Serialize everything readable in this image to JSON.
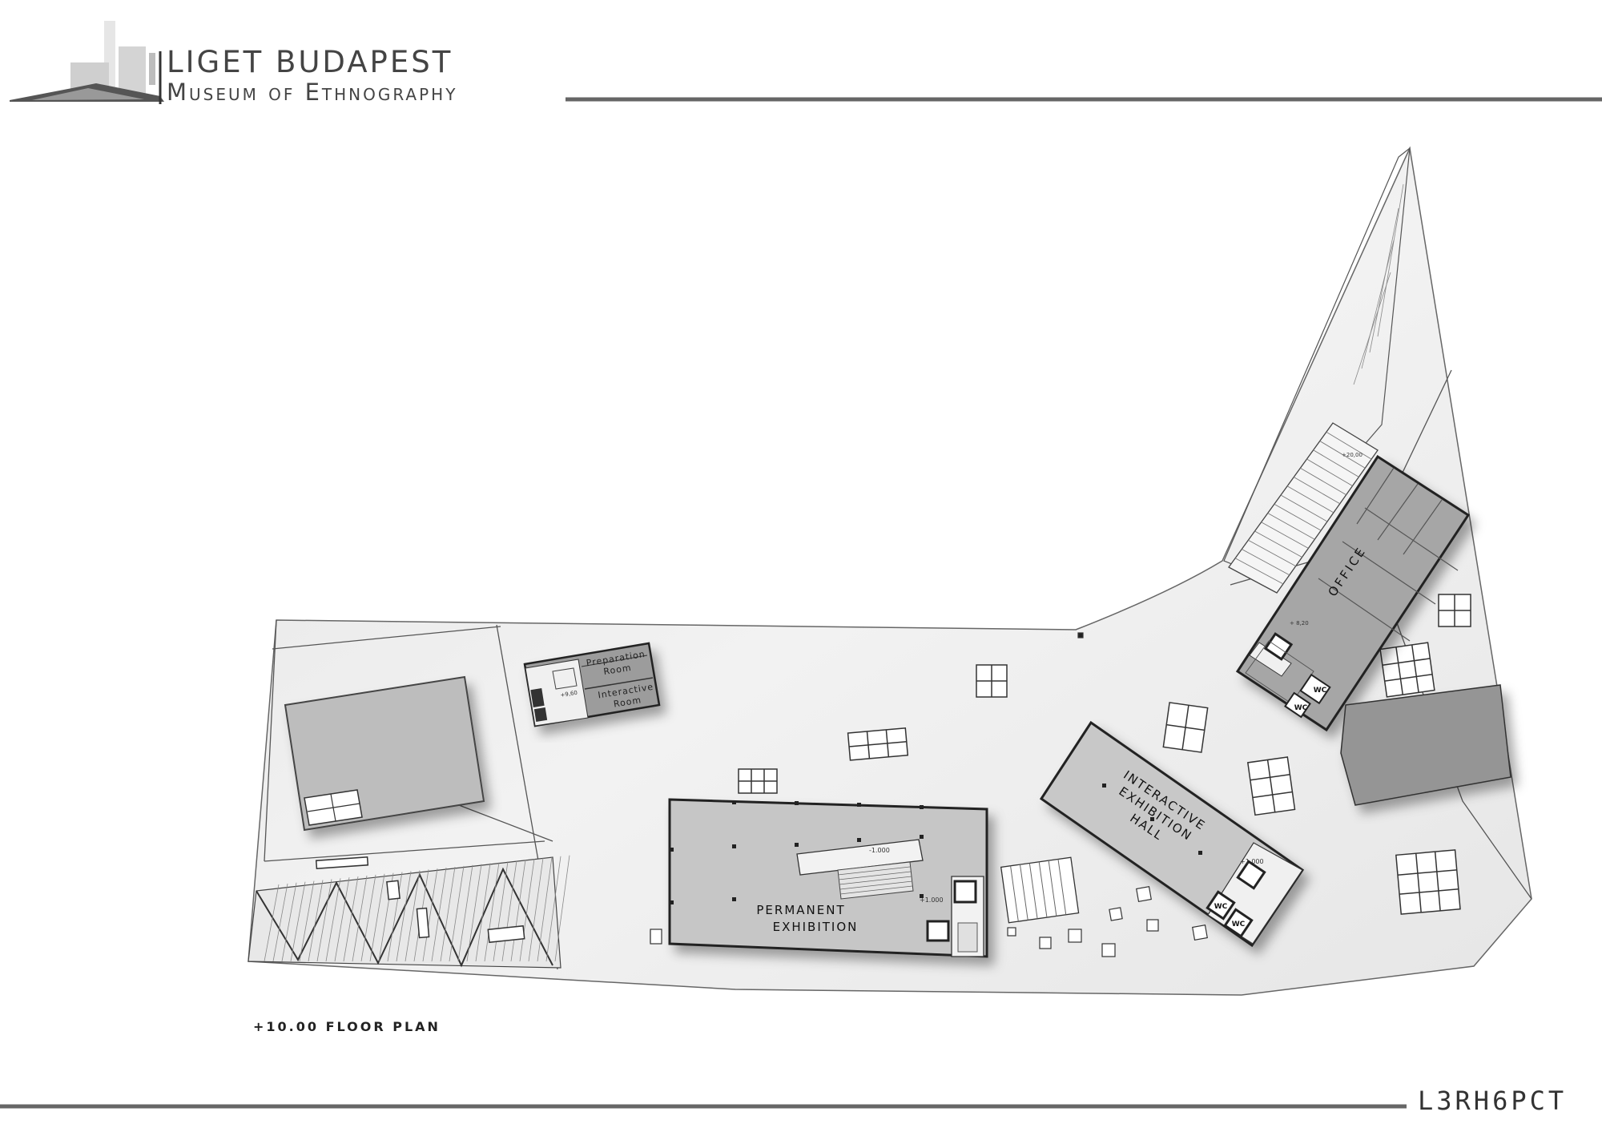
{
  "header": {
    "title": "LIGET BUDAPEST",
    "subtitle": "Museum of Ethnography"
  },
  "plan": {
    "label": "+10.00 floor plan",
    "rooms": {
      "preparation": [
        "Preparation",
        "Room"
      ],
      "interactive_room": [
        "Interactive",
        "Room"
      ],
      "permanent": [
        "PERMANENT",
        "EXHIBITION"
      ],
      "interactive_hall": [
        "INTERACTIVE",
        "EXHIBITION",
        "HALL"
      ],
      "office": "OFFICE",
      "wc": "WC"
    },
    "levels": {
      "stair": "+20,00",
      "office": "+ 8,20",
      "prep": "+9,60",
      "perm_a": "-1.000",
      "perm_b": "+1.000",
      "hall": "+1.000"
    }
  },
  "footer": {
    "code": "L3RH6PCT"
  },
  "colors": {
    "ink": "#333333",
    "site": "#ededed",
    "building": "#c8c8c8",
    "dark_block": "#9a9a9a"
  }
}
